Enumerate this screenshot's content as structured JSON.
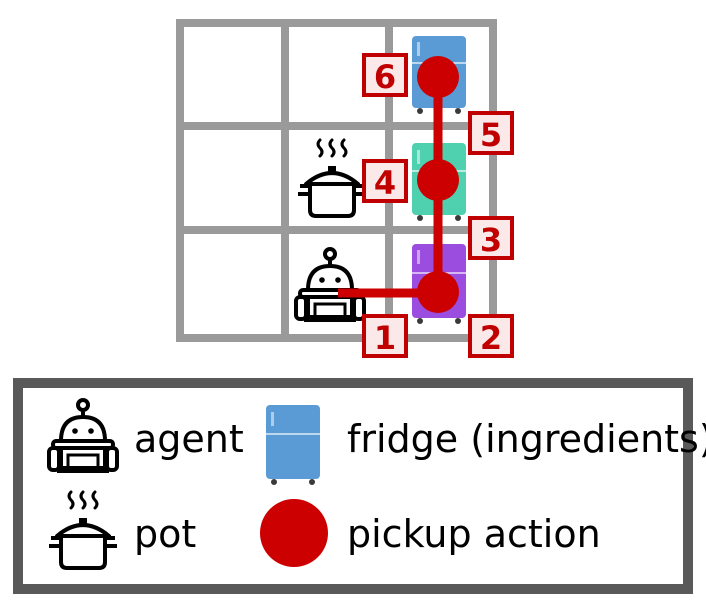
{
  "colors": {
    "grid": "#9a9a9a",
    "path": "#cc0000",
    "label_border": "#c00000",
    "label_bg": "#fbe9e9",
    "fridge_blue": "#5b9bd5",
    "fridge_teal": "#4fd1b0",
    "fridge_purple": "#9b4de0",
    "legend_border": "#595959"
  },
  "steps": [
    {
      "label": "1"
    },
    {
      "label": "2"
    },
    {
      "label": "3"
    },
    {
      "label": "4"
    },
    {
      "label": "5"
    },
    {
      "label": "6"
    }
  ],
  "legend": {
    "items": [
      {
        "icon": "robot-icon",
        "text": "agent"
      },
      {
        "icon": "fridge-icon",
        "text": "fridge (ingredients)"
      },
      {
        "icon": "pot-icon",
        "text": "pot"
      },
      {
        "icon": "pickup-dot-icon",
        "text": "pickup action"
      }
    ]
  }
}
